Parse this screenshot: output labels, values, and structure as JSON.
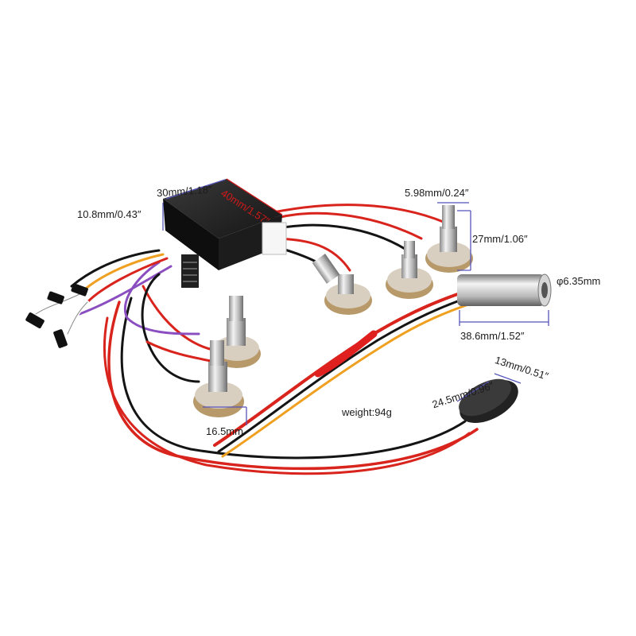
{
  "product_photo": {
    "subject": "active guitar pickup preamp wiring harness",
    "background_color": "#ffffff",
    "wire_colors": [
      "#d8241c",
      "#141414",
      "#f0a020",
      "#8a4ec0",
      "#ffffff"
    ],
    "dimensions": {
      "box_width": "30mm/1.18″",
      "box_length": "40mm/1.57″",
      "box_height": "10.8mm/0.43″",
      "pot_shaft_diameter": "5.98mm/0.24″",
      "pot_height": "27mm/1.06″",
      "jack_diameter": "φ6.35mm",
      "jack_length": "38.6mm/1.52″",
      "pot_diameter": "16.5mm",
      "battery_clip_length": "24.5mm/0.96″",
      "battery_clip_width": "13mm/0.51″"
    },
    "weight": "weight:94g"
  }
}
